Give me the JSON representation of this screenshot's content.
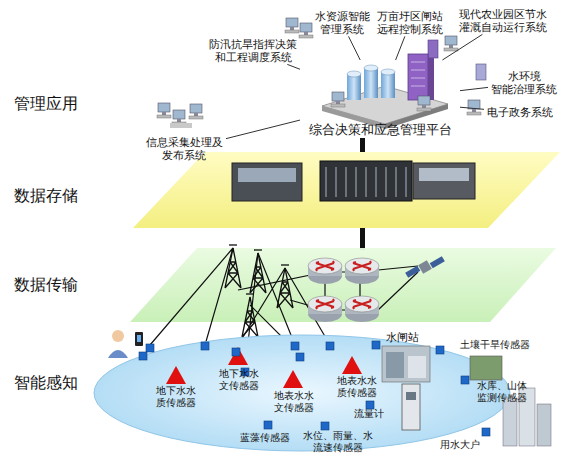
{
  "diagram": {
    "nodes": [
      {
        "text": [
          "综合决策和应急管理平台"
        ]
      },
      {
        "text": [
          "防汛抗旱指挥决策 和工程调度系统"
        ]
      },
      {
        "text": [
          "水资源智能 管理系统"
        ]
      },
      {
        "text": [
          "万亩圩区闸站 远程控制系统"
        ]
      },
      {
        "text": [
          "现代农业园区节水 灌溉自动运行系统"
        ]
      },
      {
        "text": [
          "水环境 智能治理系统"
        ]
      },
      {
        "text": [
          "电子政务系统"
        ]
      },
      {
        "text": [
          "信息采集处理及 发布系统"
        ]
      }
    ],
    "edges": [
      {
        "from": 0,
        "to": 1,
        "arrow": "none"
      },
      {
        "from": 0,
        "to": 2,
        "arrow": "none"
      },
      {
        "from": 0,
        "to": 3,
        "arrow": "none"
      },
      {
        "from": 0,
        "to": 4,
        "arrow": "none"
      },
      {
        "from": 0,
        "to": 5,
        "arrow": "none"
      },
      {
        "from": 0,
        "to": 6,
        "arrow": "none"
      },
      {
        "from": 0,
        "to": 7,
        "arrow": "none"
      }
    ],
    "labels": [
      "管理应用",
      "数据存储",
      "数据传输",
      "智能感知",
      "地下水水 质传感器",
      "地下水水 文传感器",
      "地表水水 文传感器",
      "地表水水 质传感器",
      "蓝藻传感器",
      "水位、雨量、水 流速传感器",
      "流量计",
      "水闸站",
      "土壤干旱传感器",
      "水库、山体 监测传感器",
      "用水大户"
    ]
  }
}
